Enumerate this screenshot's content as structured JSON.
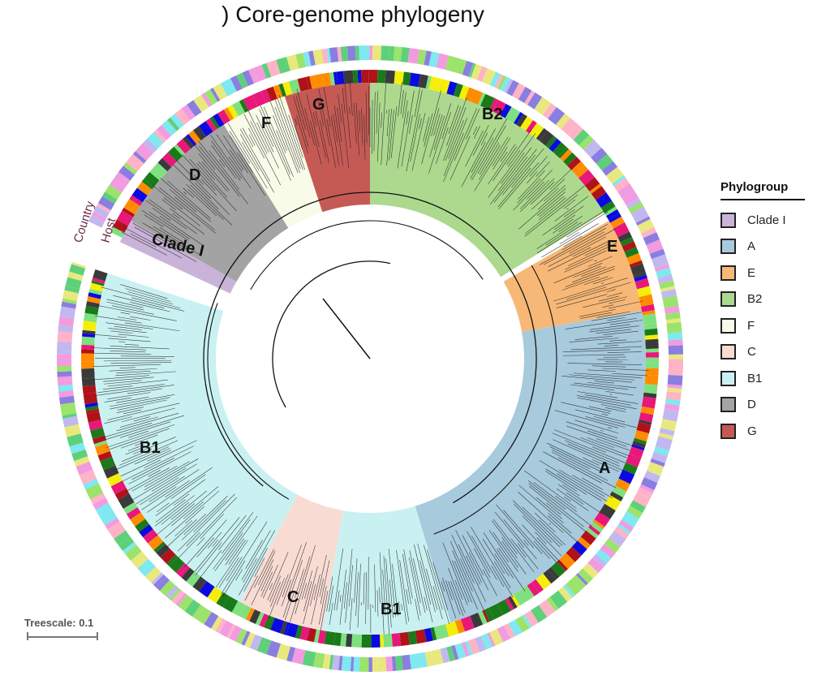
{
  "title": ") Core-genome phylogeny",
  "ring_labels": {
    "inner": "Host",
    "outer": "Country"
  },
  "clades": [
    {
      "id": "clade-i",
      "label": "Clade I",
      "color": "#c9b3d9",
      "from_deg": 295,
      "to_deg": 300
    },
    {
      "id": "d",
      "label": "D",
      "color": "#a3a3a3",
      "from_deg": 300,
      "to_deg": 328
    },
    {
      "id": "f",
      "label": "F",
      "color": "#f8fbe8",
      "from_deg": 328,
      "to_deg": 342
    },
    {
      "id": "g",
      "label": "G",
      "color": "#c55a55",
      "from_deg": 342,
      "to_deg": 0
    },
    {
      "id": "b2",
      "label": "B2",
      "color": "#acd98e",
      "from_deg": 0,
      "to_deg": 58
    },
    {
      "id": "e",
      "label": "E",
      "color": "#f7b877",
      "from_deg": 60,
      "to_deg": 80
    },
    {
      "id": "a",
      "label": "A",
      "color": "#a7cadd",
      "from_deg": 80,
      "to_deg": 163
    },
    {
      "id": "b1-lower",
      "label": "B1",
      "color": "#caf1f2",
      "from_deg": 163,
      "to_deg": 190
    },
    {
      "id": "c",
      "label": "C",
      "color": "#f8dcd3",
      "from_deg": 190,
      "to_deg": 208
    },
    {
      "id": "b1-main",
      "label": "B1",
      "color": "#caf1f2",
      "from_deg": 208,
      "to_deg": 288
    }
  ],
  "legend": {
    "title": "Phylogroup",
    "items": [
      {
        "label": "Clade I",
        "color": "#c9b3d9"
      },
      {
        "label": "A",
        "color": "#a7cadd"
      },
      {
        "label": "E",
        "color": "#f7b877"
      },
      {
        "label": "B2",
        "color": "#acd98e"
      },
      {
        "label": "F",
        "color": "#f8fbe8"
      },
      {
        "label": "C",
        "color": "#f8dcd3"
      },
      {
        "label": "B1",
        "color": "#caf1f2"
      },
      {
        "label": "D",
        "color": "#a3a3a3"
      },
      {
        "label": "G",
        "color": "#c55a55"
      }
    ]
  },
  "host_palette": [
    "#e8177a",
    "#1a7a1a",
    "#0a0ae0",
    "#f5ee0a",
    "#3a3a3a",
    "#b0121a",
    "#7fe07f",
    "#ff8c00"
  ],
  "country_palette": [
    "#9be36b",
    "#f29be0",
    "#7fe8f0",
    "#8a7ee0",
    "#c2b8f0",
    "#e8e87f",
    "#5fd07a",
    "#ffb3c6"
  ],
  "treescale": {
    "label": "Treescale: 0.1"
  }
}
